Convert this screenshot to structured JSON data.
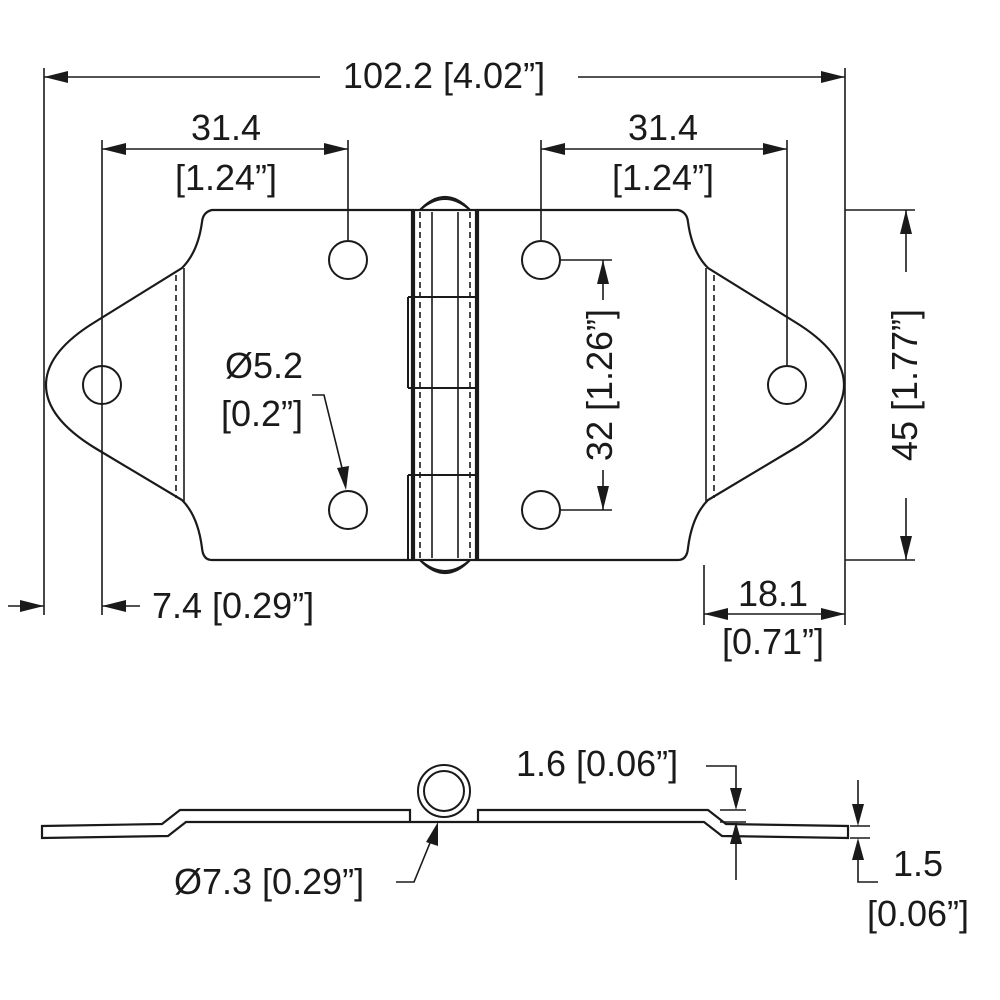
{
  "dimensions": {
    "overall_width": "102.2 [4.02”]",
    "left_hole_spacing_mm": "31.4",
    "left_hole_spacing_in": "[1.24”]",
    "right_hole_spacing_mm": "31.4",
    "right_hole_spacing_in": "[1.24”]",
    "hole_diameter_mm": "Ø5.2",
    "hole_diameter_in": "[0.2”]",
    "vertical_hole_spacing": "32 [1.26”]",
    "overall_height": "45 [1.77”]",
    "edge_hole_offset": "7.4 [0.29”]",
    "tab_length_mm": "18.1",
    "tab_length_in": "[0.71”]",
    "knuckle_thickness": "1.6 [0.06”]",
    "pin_diameter": "Ø7.3 [0.29”]",
    "leaf_thickness_mm": "1.5",
    "leaf_thickness_in": "[0.06”]"
  }
}
